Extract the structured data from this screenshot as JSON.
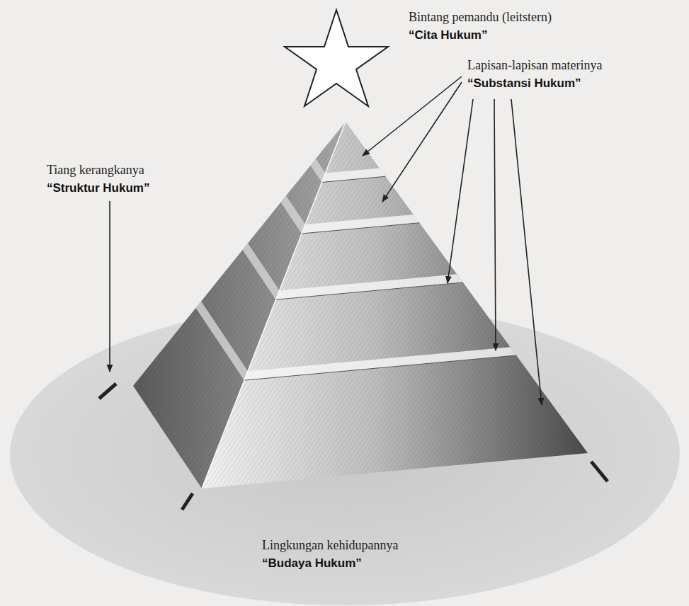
{
  "diagram": {
    "labels": [
      "Bintang pemandu (leitstern)",
      "“Cita Hukum”",
      "Tiang kerangkanya",
      "“Struktur Hukum”",
      "Lapisan-lapisan materinya",
      "“Substansi Hukum”",
      "Lingkungan kehidupannya",
      "“Budaya Hukum”"
    ]
  }
}
